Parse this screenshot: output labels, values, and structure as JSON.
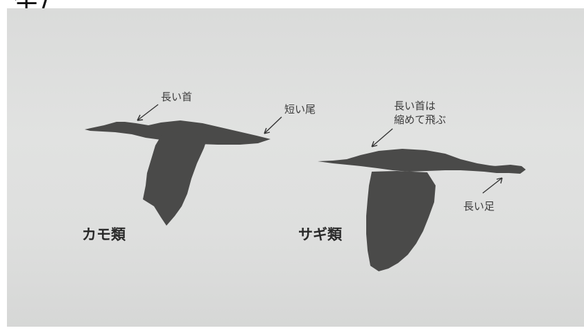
{
  "header_fragment": "生/",
  "duck": {
    "group_label": "カモ類",
    "neck_label": "長い首",
    "tail_label": "短い尾"
  },
  "heron": {
    "group_label": "サギ類",
    "neck_label_line1": "長い首は",
    "neck_label_line2": "縮めて飛ぶ",
    "leg_label": "長い足"
  },
  "colors": {
    "paper": "#dedfde",
    "silhouette": "#4a4a49",
    "text": "#3b3b3b"
  }
}
